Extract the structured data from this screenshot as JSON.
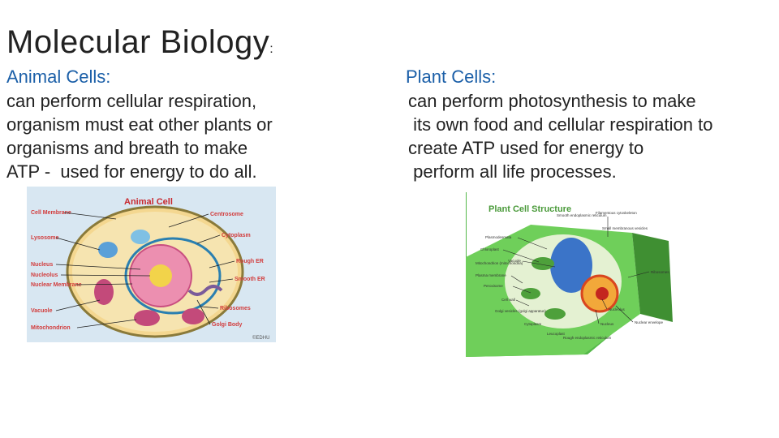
{
  "title": {
    "main": "Molecular Biology",
    "suffix": ":"
  },
  "animal": {
    "heading": "Animal Cells:",
    "lines": [
      "can perform cellular respiration,",
      "organism must eat other plants or",
      "organisms and breath to make",
      "ATP -  used for energy to do all."
    ],
    "figure": {
      "title": "Animal Cell",
      "labels": {
        "cell_membrane": "Cell Membrane",
        "lysosome": "Lysosome",
        "nucleus": "Nucleus",
        "nucleolus": "Nucleolus",
        "nuclear_membrane": "Nuclear Membrane",
        "vacuole": "Vacuole",
        "mitochondrion": "Mitochondrion",
        "centrosome": "Centrosome",
        "cytoplasm": "Cytoplasm",
        "rough_er": "Rough ER",
        "smooth_er": "Smooth ER",
        "ribosomes": "Ribosomes",
        "golgi_body": "Golgi Body",
        "credit": "©EDHU"
      }
    }
  },
  "plant": {
    "heading": "Plant Cells:",
    "lines": [
      "can perform photosynthesis to make",
      " its own food and cellular respiration to",
      "create ATP used for energy to",
      " perform all life processes."
    ],
    "figure": {
      "title": "Plant Cell Structure",
      "labels": {
        "smooth_er": "Smooth endoplasmic reticulum",
        "filamentous": "Filamentous cytoskeleton",
        "small_membrane": "Small membranous vesicles",
        "plasmodesmata": "Plasmodesmata",
        "chloroplast": "Chloroplast",
        "vacuole": "Vacuole",
        "mitochondrion": "Mitochondrion (mitochondria)",
        "plasma_membrane": "Plasma membrane",
        "peroxisome": "Peroxisome",
        "cell_wall": "Cell wall",
        "golgi": "Golgi vesicles (golgi apparatus)",
        "cytoplasm": "Cytoplasm",
        "leucoplast": "Leucoplast",
        "rough_er": "Rough endoplasmic reticulum",
        "ribosomes": "Ribosomes",
        "nucleolus": "Nucleolus",
        "nucleus": "Nucleus",
        "nuclear_envelope": "Nuclear envelope"
      }
    }
  },
  "colors": {
    "heading": "#1b5fa8",
    "animal_bg": "#d8e7f2",
    "plant_green": "#55b84a"
  }
}
